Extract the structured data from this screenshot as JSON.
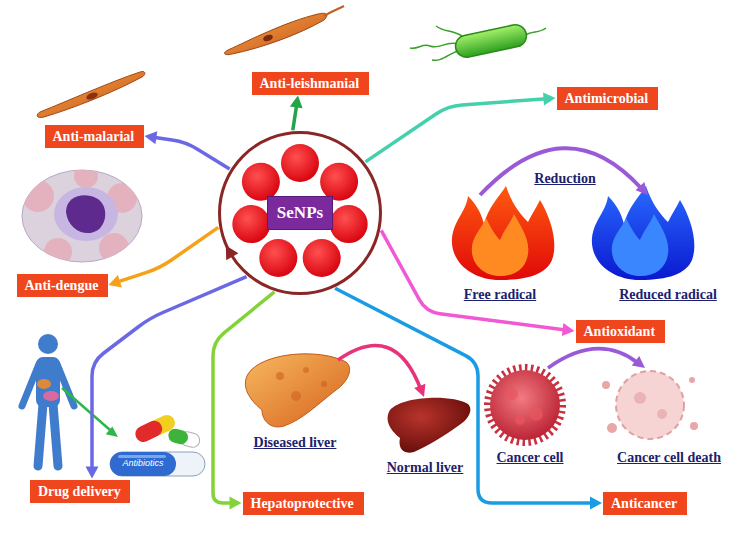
{
  "diagram": {
    "nodes": [
      {
        "text": [
          "SeNPs"
        ]
      },
      {
        "text": [
          "Anti-leishmanial"
        ]
      },
      {
        "text": [
          "Antimicrobial"
        ]
      },
      {
        "text": [
          "Anti-malarial"
        ]
      },
      {
        "text": [
          "Anti-dengue"
        ]
      },
      {
        "text": [
          "Antioxidant"
        ]
      },
      {
        "text": [
          "Drug delivery"
        ]
      },
      {
        "text": [
          "Hepatoprotective"
        ]
      },
      {
        "text": [
          "Anticancer"
        ]
      }
    ],
    "edges": [
      {
        "from": 0,
        "to": 1,
        "arrow": "to"
      },
      {
        "from": 0,
        "to": 2,
        "arrow": "to"
      },
      {
        "from": 0,
        "to": 3,
        "arrow": "to"
      },
      {
        "from": 0,
        "to": 4,
        "arrow": "to"
      },
      {
        "from": 0,
        "to": 5,
        "arrow": "to"
      },
      {
        "from": 0,
        "to": 6,
        "arrow": "to"
      },
      {
        "from": 0,
        "to": 7,
        "arrow": "to"
      },
      {
        "from": 0,
        "to": 8,
        "arrow": "to"
      }
    ],
    "labels": [
      "Reduction",
      "Free radical",
      "Reduced radical",
      "Diseased liver",
      "Cancer cell",
      "Cancer cell death",
      "Normal liver",
      "Antibiotics"
    ]
  }
}
